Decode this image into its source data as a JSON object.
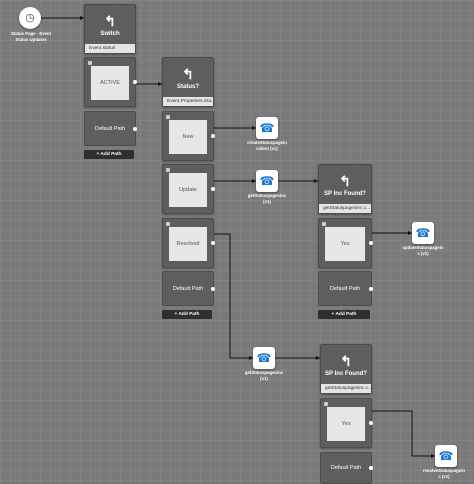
{
  "start": {
    "icon": "clock-icon",
    "label_line1": "Status Page - Event",
    "label_line2": "Status Updates"
  },
  "switch1": {
    "title": "Switch",
    "sub": "Event.status",
    "icon": "switch-icon"
  },
  "branches1": {
    "active": "ACTIVE",
    "default": "Default Path",
    "add": "+ Add Path"
  },
  "switch2": {
    "title": "Status?",
    "sub": "Event.Properties.Sta...",
    "icon": "switch-icon"
  },
  "branches2": {
    "new": "New",
    "update": "Update",
    "resolved": "Resolved",
    "default": "Default Path",
    "add": "+ Add Path"
  },
  "actions": {
    "create": {
      "line1": "createStatuspagein",
      "line2": "cident (v1)"
    },
    "get1": {
      "line1": "getStatuspagesinc",
      "line2": "(v1)"
    },
    "update": {
      "line1": "updateStatuspagein",
      "line2": "c (v1)"
    },
    "get2": {
      "line1": "getStatuspagesinc",
      "line2": "(v1)"
    },
    "resolve": {
      "line1": "resolveStatuspagein",
      "line2": "c (v1)"
    }
  },
  "switch3": {
    "title": "SP Inc Found?",
    "sub": "getStatuspagesinc.c..."
  },
  "branches3": {
    "yes": "Yes",
    "default": "Default Path",
    "add": "+ Add Path"
  },
  "switch4": {
    "title": "SP Inc Found?",
    "sub": "getStatuspagesinc.c..."
  },
  "branches4": {
    "yes": "Yes",
    "default": "Default Path"
  },
  "colors": {
    "canvas": "#7a7a7a",
    "node": "#5e5e5e",
    "accent": "#1976d2"
  }
}
